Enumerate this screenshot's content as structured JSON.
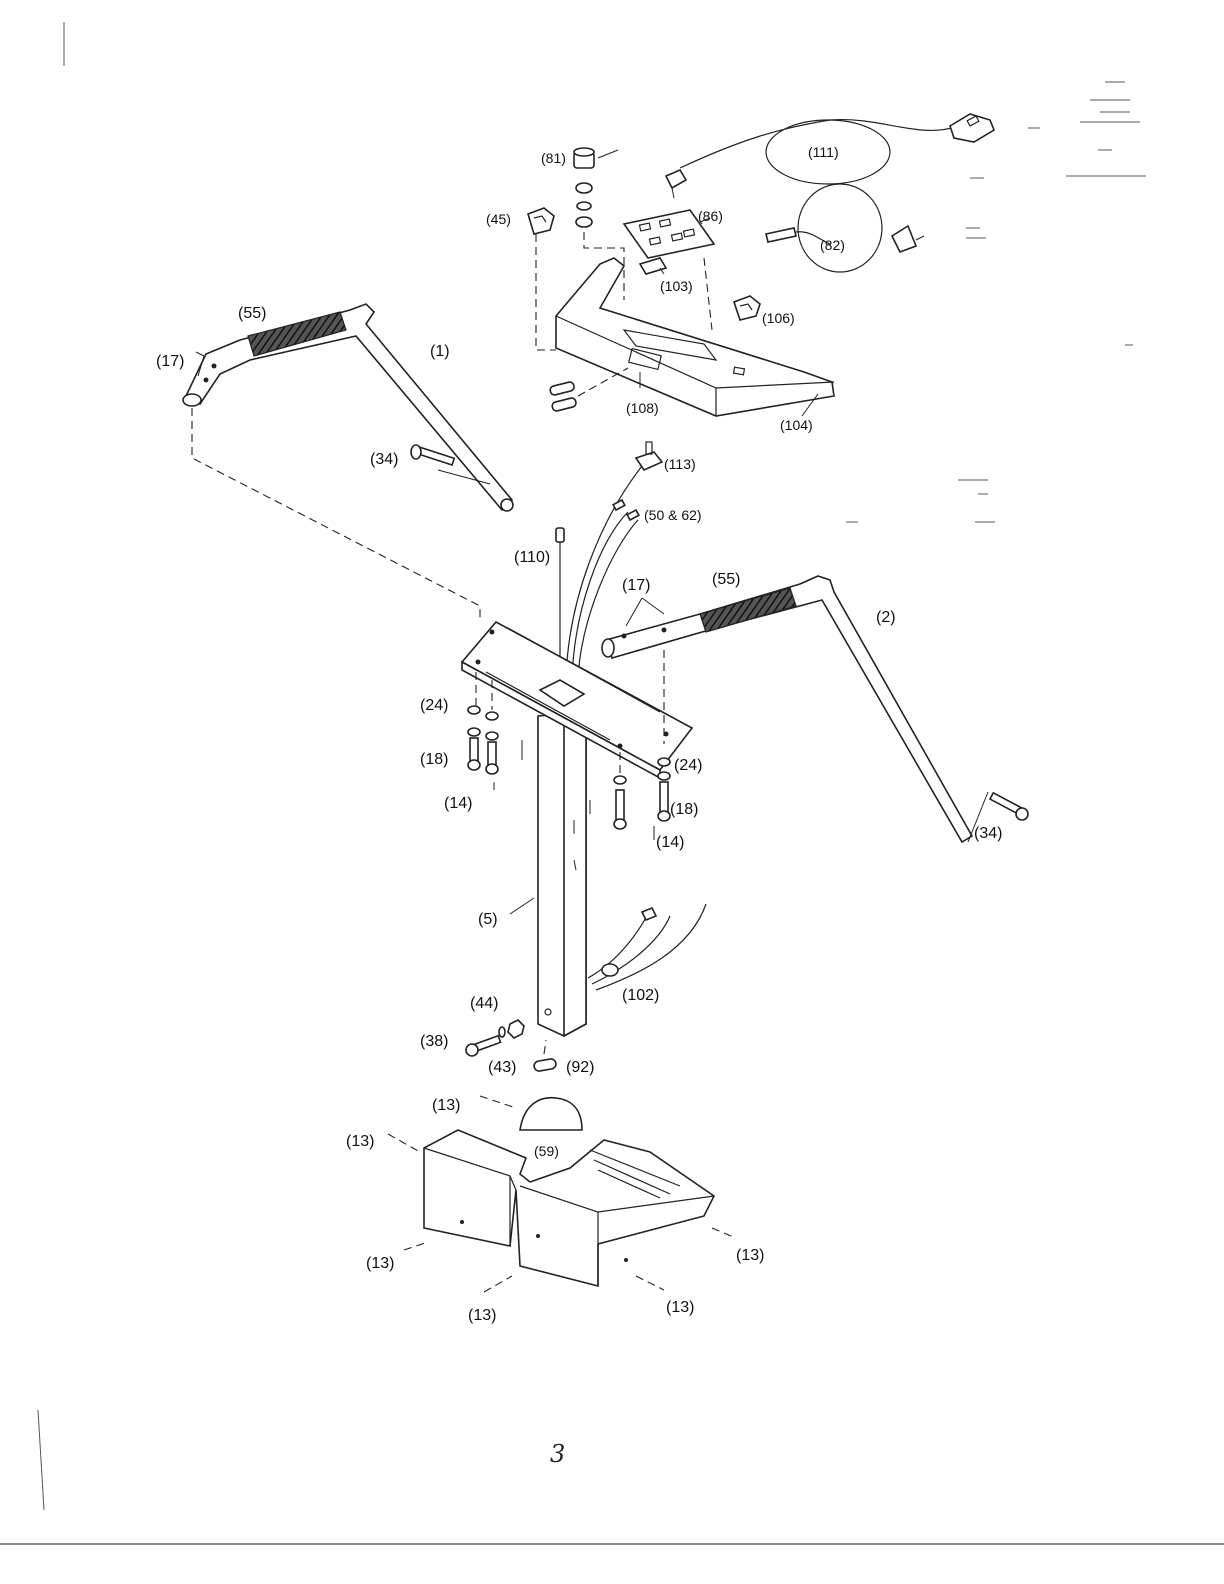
{
  "callouts": {
    "p81": "(81)",
    "p111": "(111)",
    "p45": "(45)",
    "p86": "(86)",
    "p82": "(82)",
    "p103": "(103)",
    "p106": "(106)",
    "p55_left": "(55)",
    "p17_left": "(17)",
    "p1": "(1)",
    "p108": "(108)",
    "p104": "(104)",
    "p34_left": "(34)",
    "p113": "(113)",
    "p50_62": "(50 & 62)",
    "p110": "(110)",
    "p17_right": "(17)",
    "p55_right": "(55)",
    "p2": "(2)",
    "p24_left": "(24)",
    "p18_left": "(18)",
    "p14_left": "(14)",
    "p24_right": "(24)",
    "p18_right": "(18)",
    "p14_right": "(14)",
    "p34_right": "(34)",
    "p5": "(5)",
    "p102": "(102)",
    "p44": "(44)",
    "p38": "(38)",
    "p43": "(43)",
    "p92": "(92)",
    "p13_top": "(13)",
    "p13_upper_left": "(13)",
    "p59": "(59)",
    "p13_right": "(13)",
    "p13_lower_left": "(13)",
    "p13_bottom_left": "(13)",
    "p13_bottom_right": "(13)"
  },
  "page_number": "3"
}
